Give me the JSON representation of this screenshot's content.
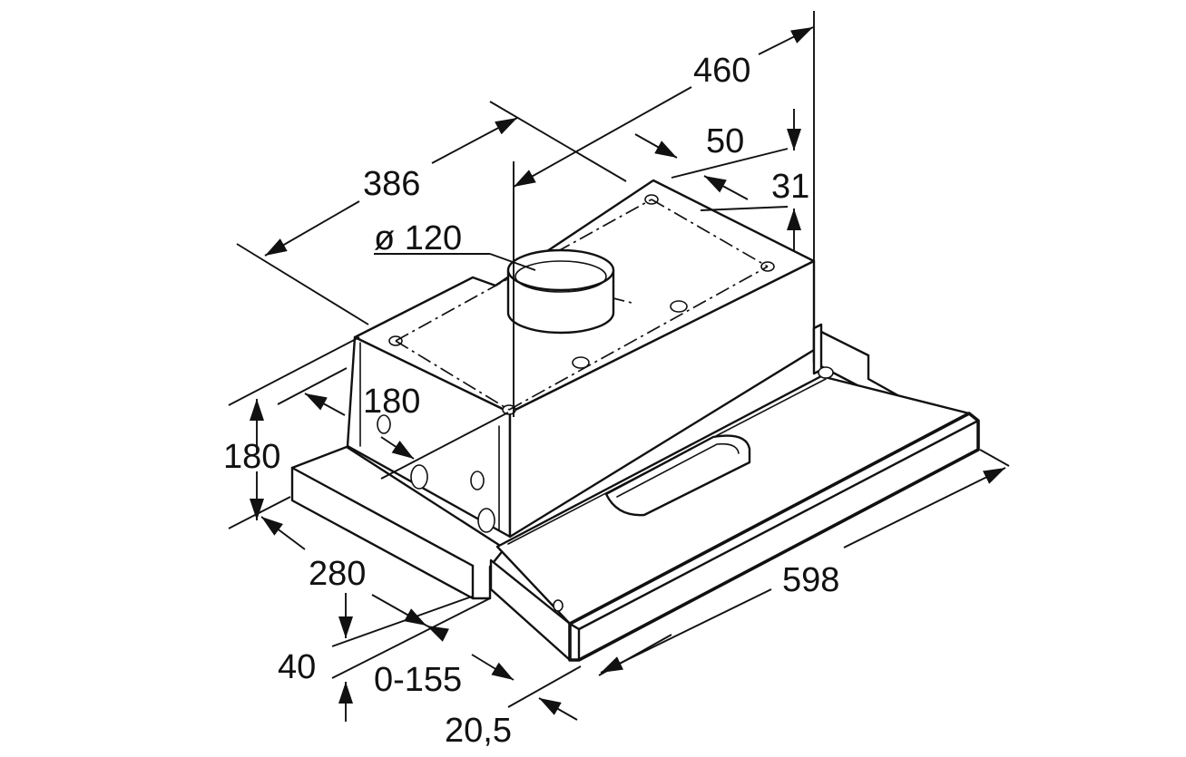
{
  "dimensions": {
    "top_depth": "460",
    "duct_offset": "386",
    "outlet_diameter": "ø 120",
    "rear_offset": "50",
    "top_height": "31",
    "body_height": "180",
    "inner_depth": "180",
    "base_depth": "280",
    "panel_height": "40",
    "slide_extension": "0-155",
    "front_panel": "20,5",
    "overall_width": "598"
  },
  "icons": [
    "arrow-icon"
  ]
}
